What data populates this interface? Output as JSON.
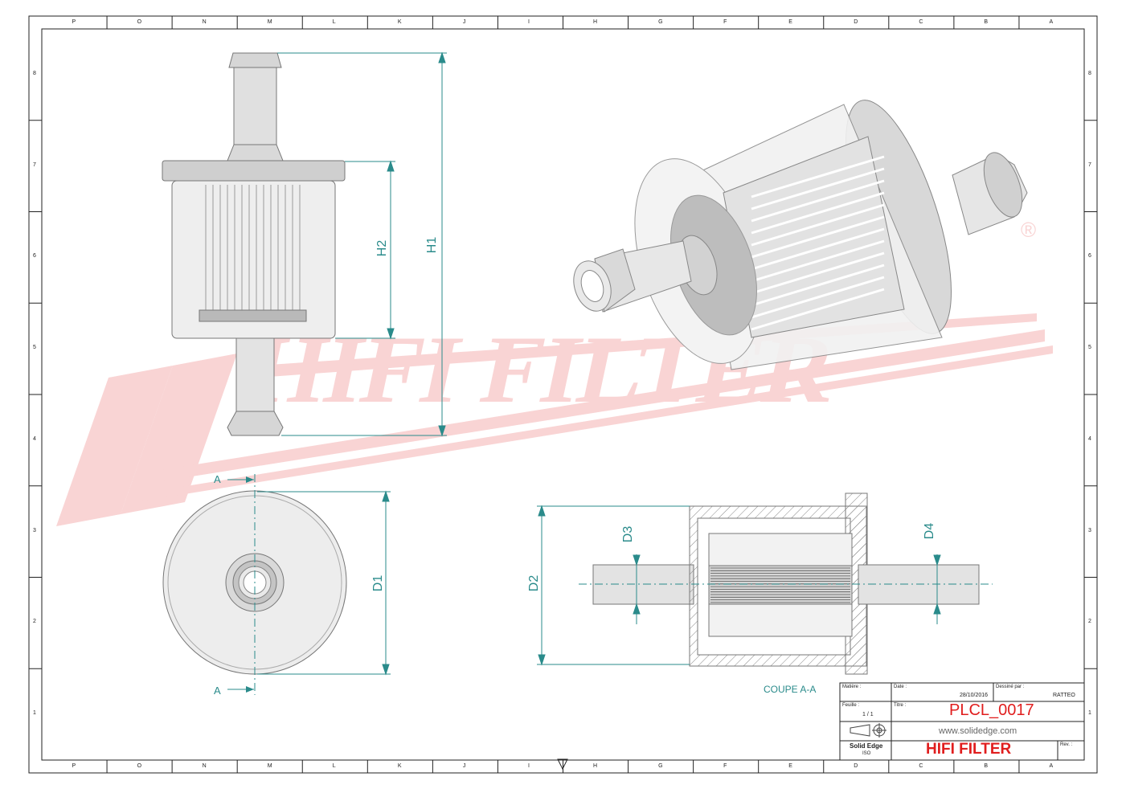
{
  "colors": {
    "dimension": "#2a8b8b",
    "watermark": "#e23b3b",
    "title_red": "#e01e1e",
    "section_arrow": "#2a8b8b",
    "body_gray": "#c9c9c9"
  },
  "border": {
    "top_letters": [
      "P",
      "O",
      "N",
      "M",
      "L",
      "K",
      "J",
      "I",
      "H",
      "G",
      "F",
      "E",
      "D",
      "C",
      "B",
      "A"
    ],
    "side_numbers": [
      "8",
      "7",
      "6",
      "5",
      "4",
      "3",
      "2",
      "1"
    ]
  },
  "watermark": {
    "text": "HIFI FILTER",
    "registered": "®"
  },
  "dimensions": {
    "h1": "H1",
    "h2": "H2",
    "d1": "D1",
    "d2": "D2",
    "d3": "D3",
    "d4": "D4"
  },
  "section": {
    "marker_top": "A",
    "marker_bottom": "A",
    "caption": "COUPE A-A"
  },
  "title_block": {
    "matiere_label": "Matière :",
    "date_label": "Date :",
    "date_value": "28/10/2016",
    "dessine_label": "Dessiné par :",
    "dessine_value": "RATTEO",
    "feuille_label": "Feuille :",
    "feuille_value": "1 / 1",
    "titre_label": "Titre :",
    "titre_value": "PLCL_0017",
    "website": "www.solidedge.com",
    "software": "Solid Edge",
    "software_sub": "ISO",
    "company": "HIFI FILTER",
    "rev_label": "Rev. :"
  }
}
